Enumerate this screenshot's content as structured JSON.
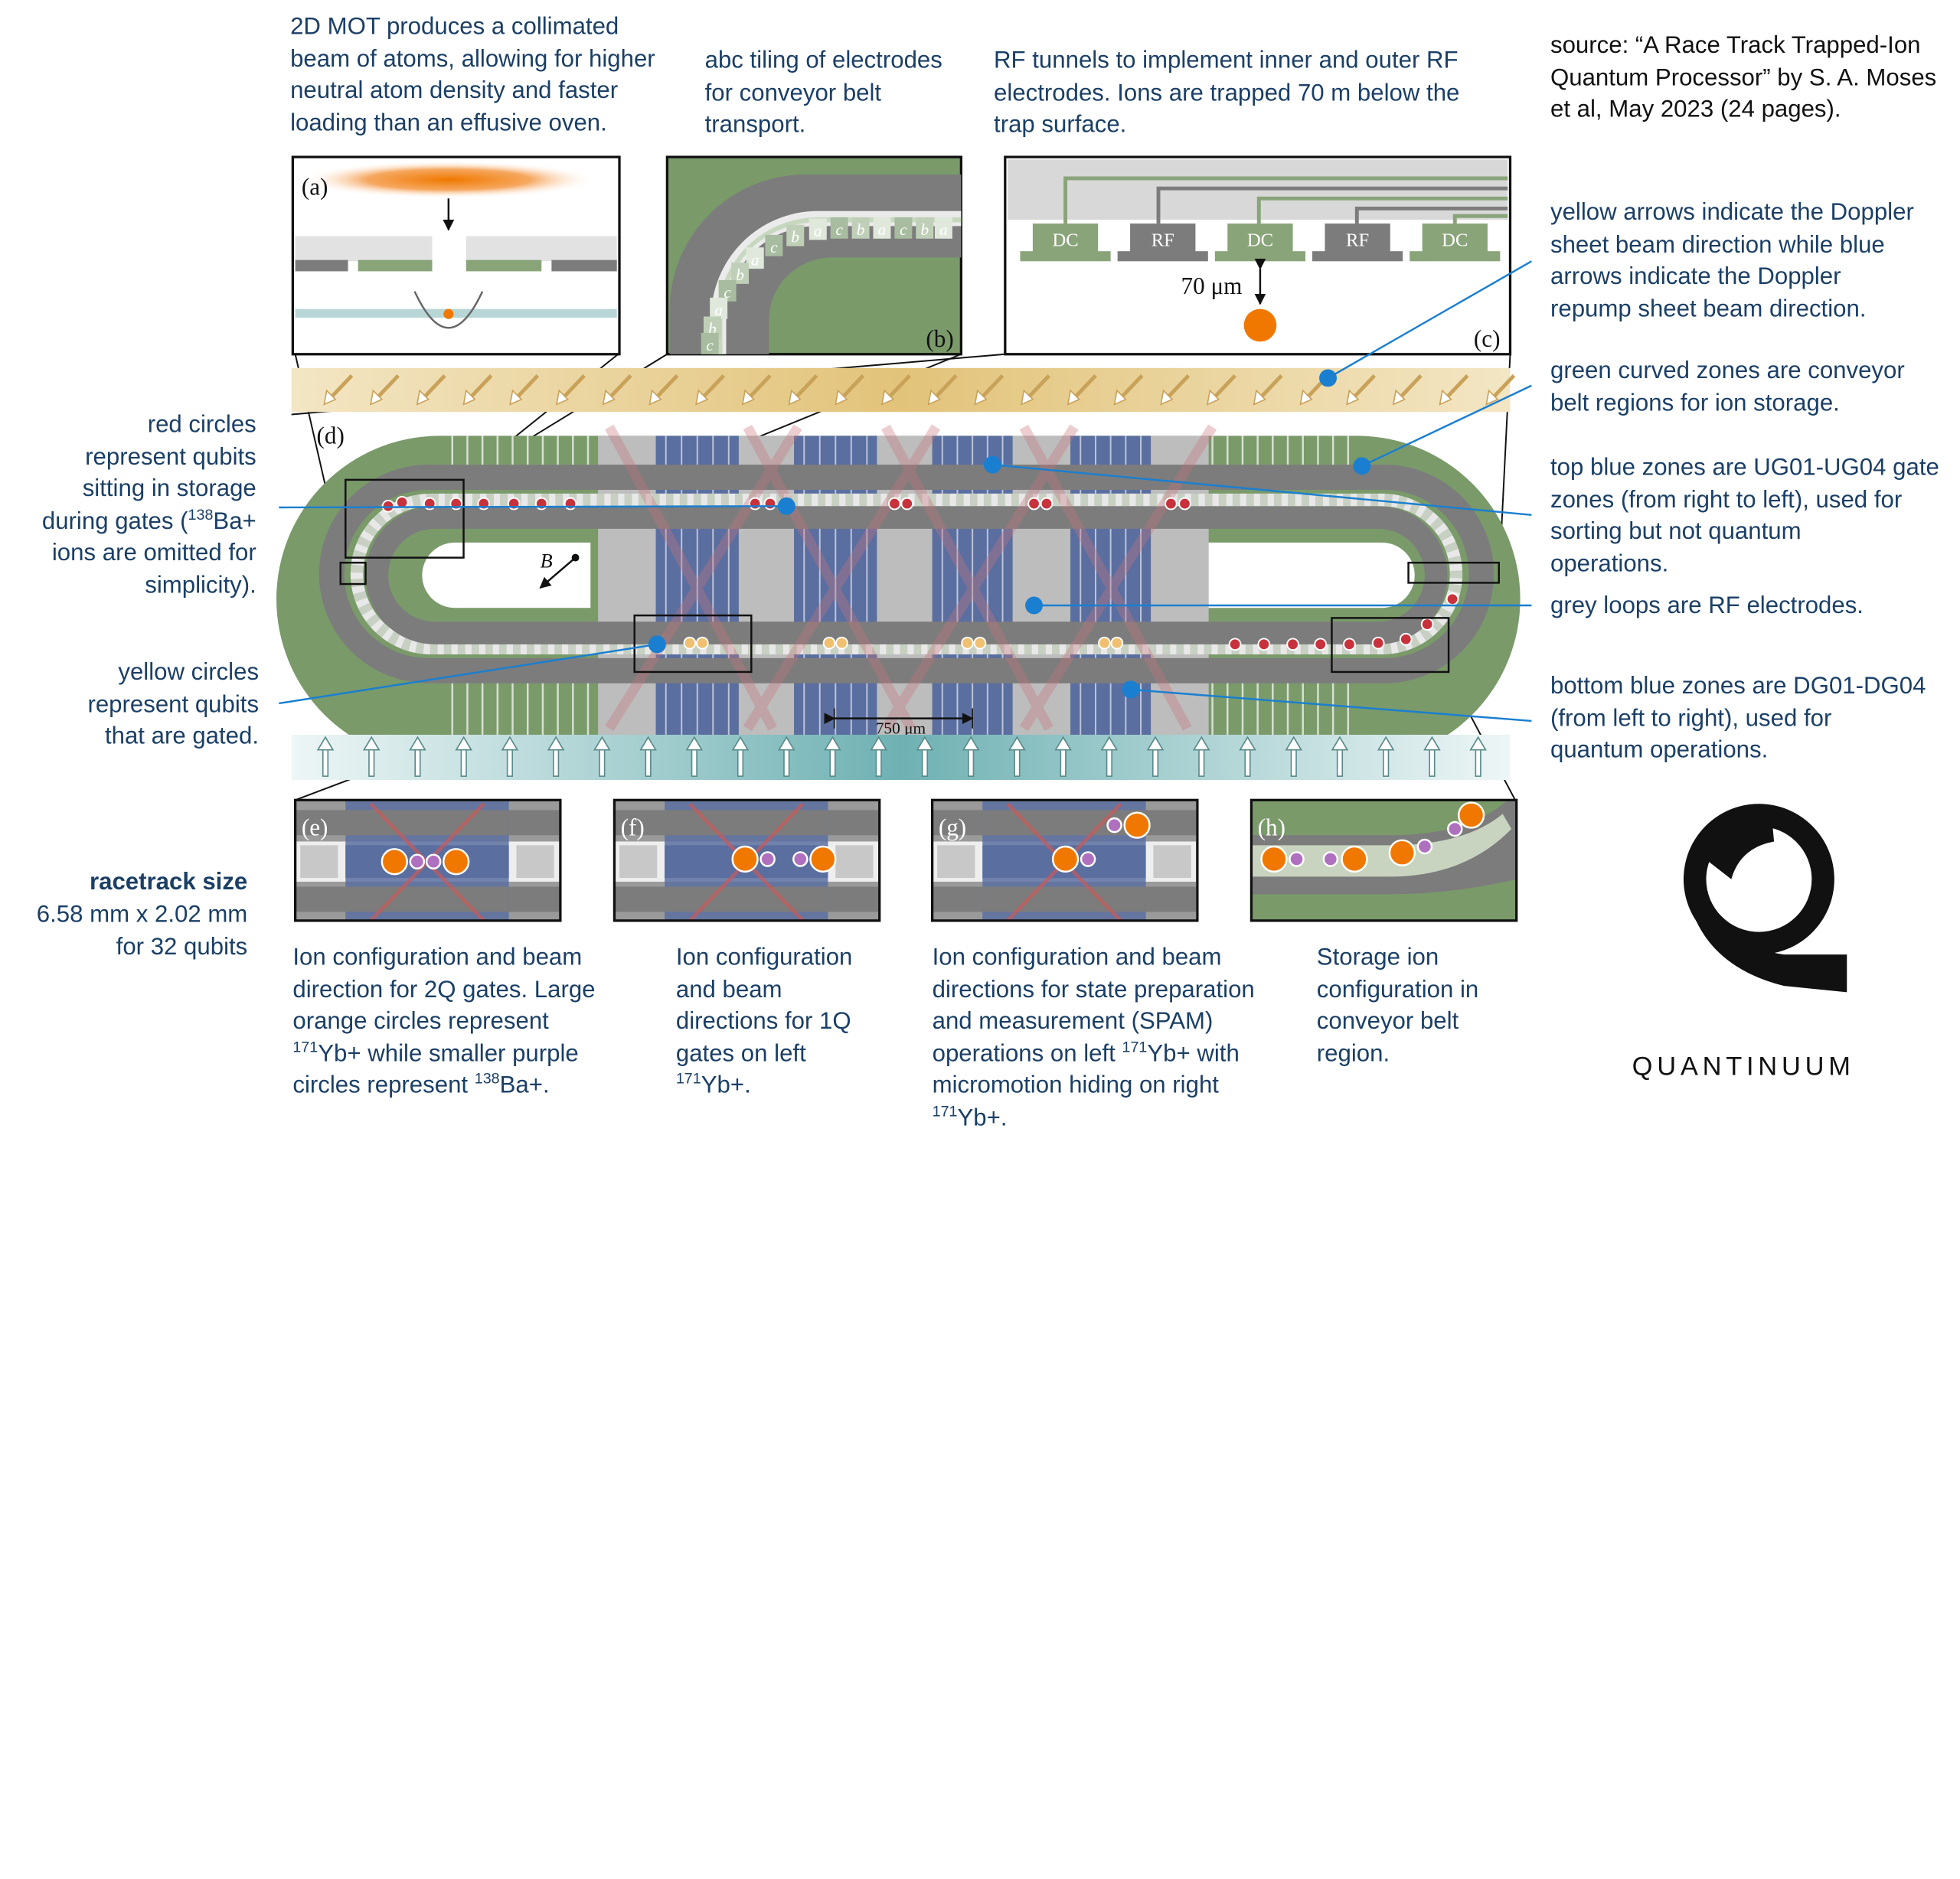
{
  "annotations": {
    "mot": "2D MOT produces a collimated\nbeam of atoms, allowing for higher\nneutral atom density and faster\nloading than an effusive oven.",
    "abc": "abc tiling of electrodes\nfor conveyor belt\ntransport.",
    "rf_tunnels": "RF tunnels to implement inner and outer RF\nelectrodes. Ions are trapped 70 m below the\ntrap surface.",
    "source": "source: “A Race Track Trapped-Ion\nQuantum Processor” by S. A. Moses\net al, May 2023 (24 pages).",
    "arrows": "yellow arrows indicate the Doppler\nsheet beam direction while blue\narrows indicate the Doppler\nrepump sheet beam direction.",
    "green_zones": "green curved zones are conveyor\nbelt regions for ion storage.",
    "top_blue": "top blue zones are UG01-UG04 gate\nzones (from right to left), used for\nsorting but not quantum\noperations.",
    "grey_loops": "grey loops are RF electrodes.",
    "bottom_blue": "bottom blue zones are DG01-DG04\n(from left to right), used for\nquantum operations.",
    "red_circles_a": "red circles\nrepresent qubits\nsitting in storage\nduring gates (",
    "red_circles_sup": "138",
    "red_circles_b": "Ba+\nions are omitted for\nsimplicity).",
    "yellow_circles": "yellow circles\nrepresent qubits\nthat are gated.",
    "racetrack_title": "racetrack size",
    "racetrack_body": "6.58 mm x 2.02 mm\nfor 32 qubits"
  },
  "captions": {
    "e_a": "Ion configuration and beam\ndirection for 2Q gates. Large\norange circles represent\n",
    "e_sup1": "171",
    "e_b": "Yb+ while smaller purple\ncircles represent ",
    "e_sup2": "138",
    "e_c": "Ba+.",
    "f_a": "Ion configuration\nand beam\ndirections for 1Q\ngates on left\n",
    "f_sup": "171",
    "f_b": "Yb+.",
    "g_a": "Ion configuration and beam\ndirections for state preparation\nand measurement (SPAM)\noperations on left ",
    "g_sup1": "171",
    "g_b": "Yb+ with\nmicromotion hiding on right\n",
    "g_sup2": "171",
    "g_c": "Yb+.",
    "h": "Storage ion\nconfiguration in\nconveyor belt\nregion."
  },
  "panel_labels": {
    "a": "(a)",
    "b": "(b)",
    "c": "(c)",
    "d": "(d)",
    "e": "(e)",
    "f": "(f)",
    "g": "(g)",
    "h": "(h)"
  },
  "electrodes": [
    "DC",
    "RF",
    "DC",
    "RF",
    "DC"
  ],
  "abc_letters": [
    "a",
    "b",
    "c",
    "a",
    "b",
    "c",
    "a",
    "b",
    "c",
    "a",
    "b",
    "c",
    "a",
    "b",
    "c"
  ],
  "distance_label": "70 μm",
  "scale_label": "750 μm",
  "field_label": "B",
  "brand": "QUANTINUUM",
  "colors": {
    "green": "#7a9a6a",
    "blue_zone": "#5a6ea0",
    "rail": "#7c7c7c",
    "red_ion": "#c8323c",
    "yellow_ion": "#f0c070",
    "orange_ion": "#f07800",
    "purple_ion": "#b070c0",
    "callout": "#1a7fd0",
    "text": "#1b3f66"
  }
}
